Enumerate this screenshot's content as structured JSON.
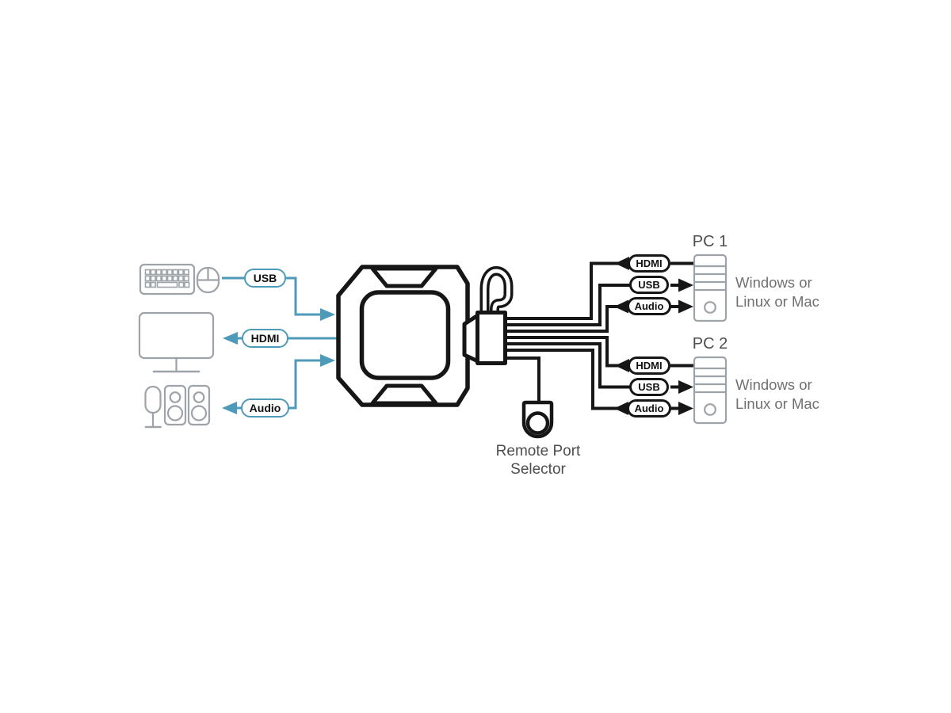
{
  "colors": {
    "accent_blue": "#4E9AB9",
    "ink_black": "#161616",
    "icon_gray": "#9DA3A8",
    "os_text_gray": "#707070",
    "title_text_gray": "#4E4E4E"
  },
  "console": {
    "usb_pill": "USB",
    "hdmi_pill": "HDMI",
    "audio_pill": "Audio"
  },
  "remote_port_selector": {
    "label": "Remote Port Selector"
  },
  "computers": [
    {
      "title": "PC 1",
      "os": "Windows or Linux or Mac",
      "ports": {
        "hdmi": "HDMI",
        "usb": "USB",
        "audio": "Audio"
      }
    },
    {
      "title": "PC 2",
      "os": "Windows or Linux or Mac",
      "ports": {
        "hdmi": "HDMI",
        "usb": "USB",
        "audio": "Audio"
      }
    }
  ]
}
